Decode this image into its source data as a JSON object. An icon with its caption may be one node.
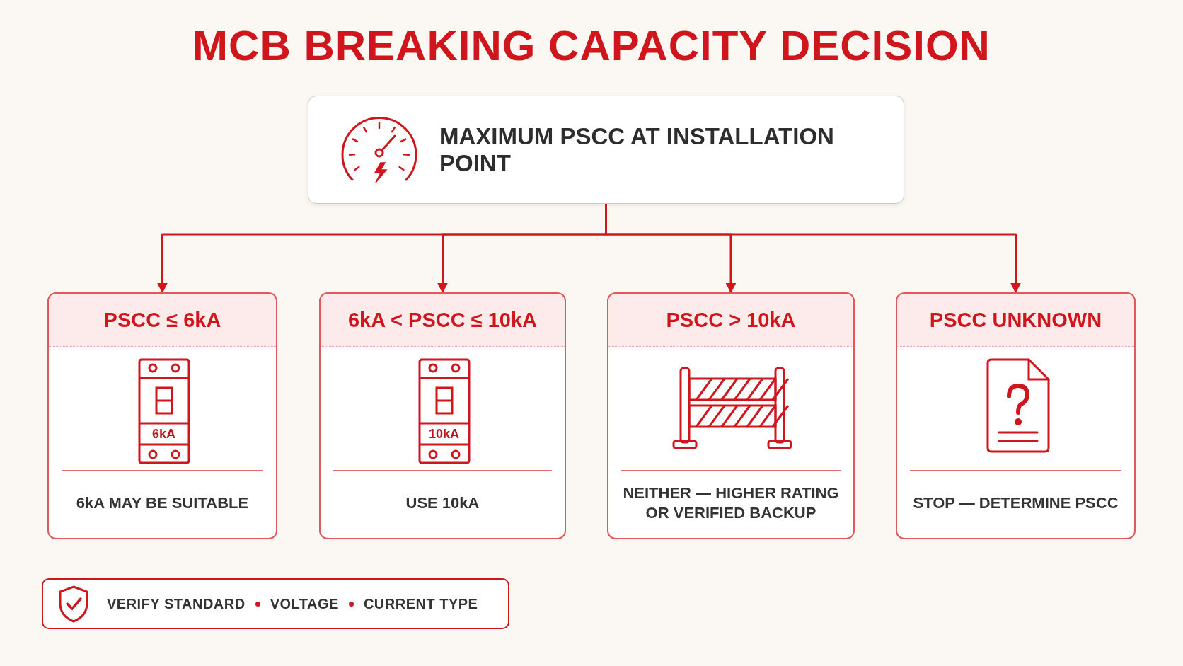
{
  "diagram": {
    "title": "MCB BREAKING CAPACITY DECISION",
    "nodes": [
      {
        "text": [
          "MAXIMUM PSCC AT INSTALLATION POINT"
        ]
      },
      {
        "text": [
          "PSCC ≤ 6kA",
          "6kA",
          "6kA MAY BE SUITABLE"
        ]
      },
      {
        "text": [
          "6kA < PSCC ≤ 10kA",
          "10kA",
          "USE 10kA"
        ]
      },
      {
        "text": [
          "PSCC > 10kA",
          "NEITHER — HIGHER RATING OR VERIFIED BACKUP"
        ]
      },
      {
        "text": [
          "PSCC UNKNOWN",
          "STOP — DETERMINE PSCC"
        ]
      },
      {
        "text": [
          "VERIFY STANDARD",
          "VOLTAGE",
          "CURRENT TYPE"
        ]
      }
    ],
    "edges": [
      {
        "from": 0,
        "to": 1,
        "arrow": "to"
      },
      {
        "from": 0,
        "to": 2,
        "arrow": "to"
      },
      {
        "from": 0,
        "to": 3,
        "arrow": "to"
      },
      {
        "from": 0,
        "to": 4,
        "arrow": "to"
      }
    ]
  }
}
